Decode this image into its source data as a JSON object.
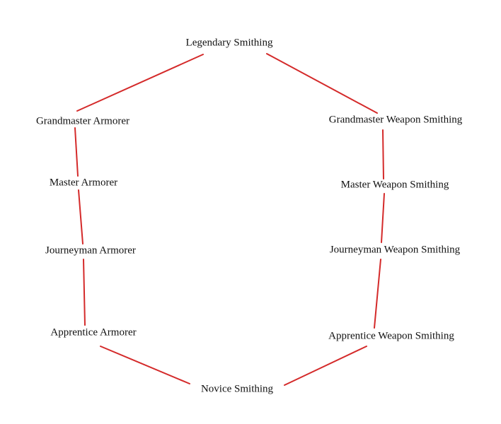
{
  "colors": {
    "edge": "#d42a2a",
    "text": "#111111",
    "background": "#ffffff"
  },
  "nodes": {
    "legendary": "Legendary Smithing",
    "grandmaster_armorer": "Grandmaster Armorer",
    "master_armorer": "Master Armorer",
    "journeyman_armorer": "Journeyman Armorer",
    "apprentice_armorer": "Apprentice Armorer",
    "novice": "Novice Smithing",
    "apprentice_weapon": "Apprentice Weapon Smithing",
    "journeyman_weapon": "Journeyman Weapon Smithing",
    "master_weapon": "Master Weapon Smithing",
    "grandmaster_weapon": "Grandmaster Weapon Smithing"
  },
  "edges": [
    [
      "legendary",
      "grandmaster_armorer"
    ],
    [
      "legendary",
      "grandmaster_weapon"
    ],
    [
      "grandmaster_armorer",
      "master_armorer"
    ],
    [
      "master_armorer",
      "journeyman_armorer"
    ],
    [
      "journeyman_armorer",
      "apprentice_armorer"
    ],
    [
      "apprentice_armorer",
      "novice"
    ],
    [
      "novice",
      "apprentice_weapon"
    ],
    [
      "apprentice_weapon",
      "journeyman_weapon"
    ],
    [
      "journeyman_weapon",
      "master_weapon"
    ],
    [
      "master_weapon",
      "grandmaster_weapon"
    ]
  ]
}
